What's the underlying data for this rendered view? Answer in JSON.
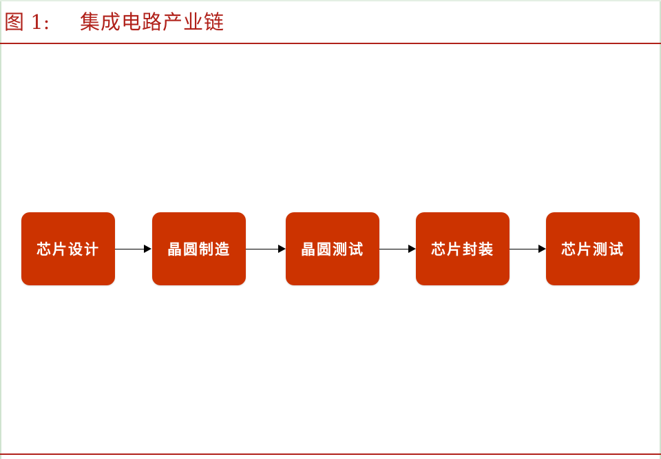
{
  "figure": {
    "number_label": "图 1:",
    "title": "集成电路产业链"
  },
  "flow": {
    "steps": [
      {
        "label": "芯片设计"
      },
      {
        "label": "晶圆制造"
      },
      {
        "label": "晶圆测试"
      },
      {
        "label": "芯片封装"
      },
      {
        "label": "芯片测试"
      }
    ],
    "step_color": "#cc3300",
    "text_color": "#ffffff",
    "arrow_color": "#000000"
  },
  "colors": {
    "accent": "#b0211a"
  }
}
